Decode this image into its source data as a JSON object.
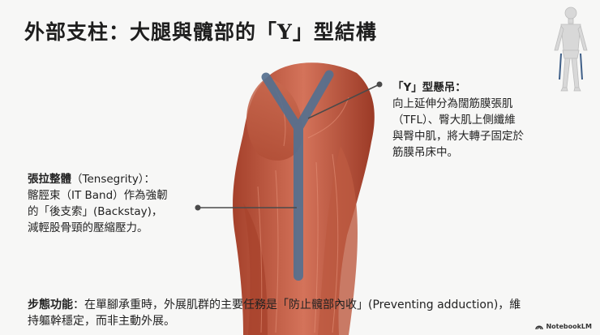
{
  "slide": {
    "title": "外部支柱：大腿與髖部的「Y」型結構"
  },
  "y_sling": {
    "heading": "「Y」型懸吊：",
    "lines": [
      "向上延伸分為闊筋膜張肌",
      "（TFL）、臀大肌上側纖維",
      "與臀中肌，將大轉子固定於",
      "筋膜吊床中。"
    ]
  },
  "tensegrity": {
    "heading": "張拉整體",
    "heading_suffix": "（Tensegrity）：",
    "lines": [
      "髂脛束（IT Band）作為強韌",
      "的「後支索」(Backstay)，",
      "減輕股骨頸的壓縮壓力。"
    ]
  },
  "gait": {
    "label": "步態功能",
    "text": "：在單腳承重時，外展肌群的主要任務是「防止髖部內收」(Preventing adduction)，維持軀幹穩定，而非主動外展。"
  },
  "branding": {
    "logo_text": "NotebookLM"
  },
  "colors": {
    "accent": "#4f6e8e",
    "leader": "#4a4a4a",
    "muscle": "#c45a3e"
  }
}
